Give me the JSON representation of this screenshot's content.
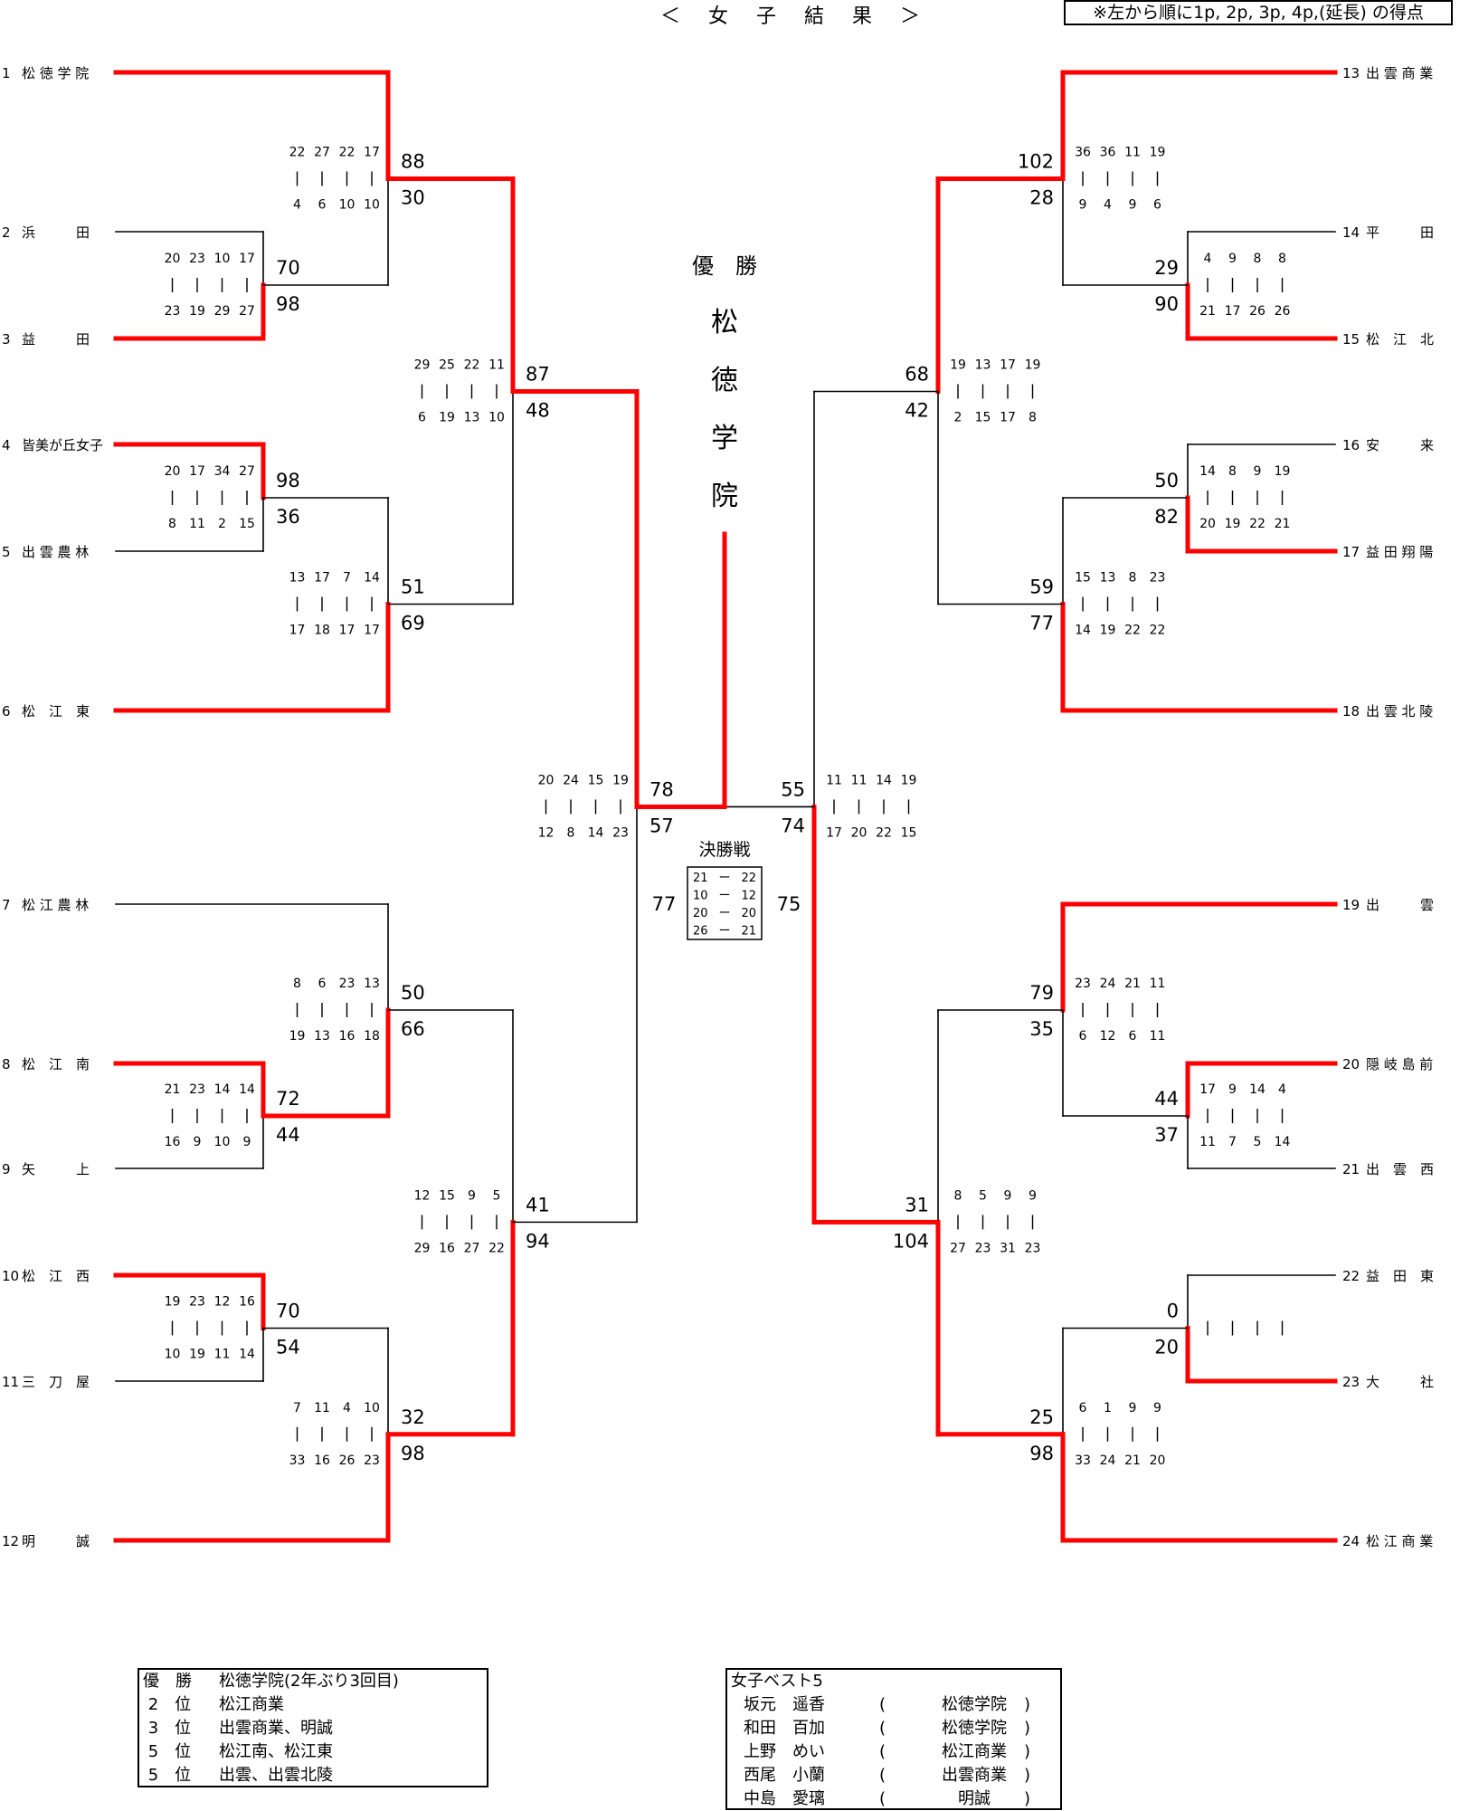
{
  "header": {
    "title": "＜ 女 子 結 果 ＞",
    "note": "※左から順に1p, 2p, 3p, 4p,(延長) の得点"
  },
  "colors": {
    "winner_line": "#ff0000",
    "loser_line": "#000000"
  },
  "teams": [
    {
      "seed": "1",
      "name": "松 徳 学 院"
    },
    {
      "seed": "2",
      "name": "浜　　　田"
    },
    {
      "seed": "3",
      "name": "益　　　田"
    },
    {
      "seed": "4",
      "name": "皆美が丘女子"
    },
    {
      "seed": "5",
      "name": "出 雲 農 林"
    },
    {
      "seed": "6",
      "name": "松　江　東"
    },
    {
      "seed": "7",
      "name": "松 江 農 林"
    },
    {
      "seed": "8",
      "name": "松　江　南"
    },
    {
      "seed": "9",
      "name": "矢　　　上"
    },
    {
      "seed": "10",
      "name": "松　江　西"
    },
    {
      "seed": "11",
      "name": "三　刀　屋"
    },
    {
      "seed": "12",
      "name": "明　　　誠"
    },
    {
      "seed": "13",
      "name": "出 雲 商 業"
    },
    {
      "seed": "14",
      "name": "平　　　田"
    },
    {
      "seed": "15",
      "name": "松　江　北"
    },
    {
      "seed": "16",
      "name": "安　　　来"
    },
    {
      "seed": "17",
      "name": "益 田 翔 陽"
    },
    {
      "seed": "18",
      "name": "出 雲 北 陵"
    },
    {
      "seed": "19",
      "name": "出　　　雲"
    },
    {
      "seed": "20",
      "name": "隠 岐 島 前"
    },
    {
      "seed": "21",
      "name": "出　雲　西"
    },
    {
      "seed": "22",
      "name": "益　田　東"
    },
    {
      "seed": "23",
      "name": "大　　　社"
    },
    {
      "seed": "24",
      "name": "松 江 商 業"
    }
  ],
  "matches": [
    {
      "id": "L1",
      "side": "left",
      "teams": [
        2,
        3
      ],
      "winner": 3,
      "score": [
        "70",
        "98"
      ],
      "quarters_top": [
        "20",
        "23",
        "10",
        "17"
      ],
      "quarters_bottom": [
        "23",
        "19",
        "29",
        "27"
      ]
    },
    {
      "id": "L2",
      "side": "left",
      "teams": [
        1,
        "L1"
      ],
      "winner": 1,
      "score": [
        "88",
        "30"
      ],
      "quarters_top": [
        "22",
        "27",
        "22",
        "17"
      ],
      "quarters_bottom": [
        "4",
        "6",
        "10",
        "10"
      ]
    },
    {
      "id": "L3",
      "side": "left",
      "teams": [
        4,
        5
      ],
      "winner": 4,
      "score": [
        "98",
        "36"
      ],
      "quarters_top": [
        "20",
        "17",
        "34",
        "27"
      ],
      "quarters_bottom": [
        "8",
        "11",
        "2",
        "15"
      ]
    },
    {
      "id": "L4",
      "side": "left",
      "teams": [
        "L3",
        6
      ],
      "winner": 6,
      "score": [
        "51",
        "69"
      ],
      "quarters_top": [
        "13",
        "17",
        "7",
        "14"
      ],
      "quarters_bottom": [
        "17",
        "18",
        "17",
        "17"
      ]
    },
    {
      "id": "L5",
      "side": "left",
      "teams": [
        "L2",
        "L4"
      ],
      "winner": "L2",
      "score": [
        "87",
        "48"
      ],
      "quarters_top": [
        "29",
        "25",
        "22",
        "11"
      ],
      "quarters_bottom": [
        "6",
        "19",
        "13",
        "10"
      ]
    },
    {
      "id": "L6",
      "side": "left",
      "teams": [
        8,
        9
      ],
      "winner": 8,
      "score": [
        "72",
        "44"
      ],
      "quarters_top": [
        "21",
        "23",
        "14",
        "14"
      ],
      "quarters_bottom": [
        "16",
        "9",
        "10",
        "9"
      ]
    },
    {
      "id": "L7",
      "side": "left",
      "teams": [
        7,
        "L6"
      ],
      "winner": "L6",
      "score": [
        "50",
        "66"
      ],
      "quarters_top": [
        "8",
        "6",
        "23",
        "13"
      ],
      "quarters_bottom": [
        "19",
        "13",
        "16",
        "18"
      ]
    },
    {
      "id": "L8",
      "side": "left",
      "teams": [
        10,
        11
      ],
      "winner": 10,
      "score": [
        "70",
        "54"
      ],
      "quarters_top": [
        "19",
        "23",
        "12",
        "16"
      ],
      "quarters_bottom": [
        "10",
        "19",
        "11",
        "14"
      ]
    },
    {
      "id": "L9",
      "side": "left",
      "teams": [
        "L8",
        12
      ],
      "winner": 12,
      "score": [
        "32",
        "98"
      ],
      "quarters_top": [
        "7",
        "11",
        "4",
        "10"
      ],
      "quarters_bottom": [
        "33",
        "16",
        "26",
        "23"
      ]
    },
    {
      "id": "L10",
      "side": "left",
      "teams": [
        "L7",
        "L9"
      ],
      "winner": "L9",
      "score": [
        "41",
        "94"
      ],
      "quarters_top": [
        "12",
        "15",
        "9",
        "5"
      ],
      "quarters_bottom": [
        "29",
        "16",
        "27",
        "22"
      ]
    },
    {
      "id": "LSF",
      "side": "left",
      "teams": [
        "L5",
        "L10"
      ],
      "winner": "L5",
      "score": [
        "78",
        "57"
      ],
      "quarters_top": [
        "20",
        "24",
        "15",
        "19"
      ],
      "quarters_bottom": [
        "12",
        "8",
        "14",
        "23"
      ]
    },
    {
      "id": "R1",
      "side": "right",
      "teams": [
        14,
        15
      ],
      "winner": 15,
      "score": [
        "29",
        "90"
      ],
      "quarters_top": [
        "4",
        "9",
        "8",
        "8"
      ],
      "quarters_bottom": [
        "21",
        "17",
        "26",
        "26"
      ]
    },
    {
      "id": "R2",
      "side": "right",
      "teams": [
        13,
        "R1"
      ],
      "winner": 13,
      "score": [
        "102",
        "28"
      ],
      "quarters_top": [
        "36",
        "36",
        "11",
        "19"
      ],
      "quarters_bottom": [
        "9",
        "4",
        "9",
        "6"
      ]
    },
    {
      "id": "R3",
      "side": "right",
      "teams": [
        16,
        17
      ],
      "winner": 17,
      "score": [
        "50",
        "82"
      ],
      "quarters_top": [
        "14",
        "8",
        "9",
        "19"
      ],
      "quarters_bottom": [
        "20",
        "19",
        "22",
        "21"
      ]
    },
    {
      "id": "R4",
      "side": "right",
      "teams": [
        "R3",
        18
      ],
      "winner": 18,
      "score": [
        "59",
        "77"
      ],
      "quarters_top": [
        "15",
        "13",
        "8",
        "23"
      ],
      "quarters_bottom": [
        "14",
        "19",
        "22",
        "22"
      ]
    },
    {
      "id": "R5",
      "side": "right",
      "teams": [
        "R2",
        "R4"
      ],
      "winner": "R2",
      "score": [
        "68",
        "42"
      ],
      "quarters_top": [
        "19",
        "13",
        "17",
        "19"
      ],
      "quarters_bottom": [
        "2",
        "15",
        "17",
        "8"
      ]
    },
    {
      "id": "R6",
      "side": "right",
      "teams": [
        20,
        21
      ],
      "winner": 20,
      "score": [
        "44",
        "37"
      ],
      "quarters_top": [
        "17",
        "9",
        "14",
        "4"
      ],
      "quarters_bottom": [
        "11",
        "7",
        "5",
        "14"
      ]
    },
    {
      "id": "R7",
      "side": "right",
      "teams": [
        19,
        "R6"
      ],
      "winner": 19,
      "score": [
        "79",
        "35"
      ],
      "quarters_top": [
        "23",
        "24",
        "21",
        "11"
      ],
      "quarters_bottom": [
        "6",
        "12",
        "6",
        "11"
      ]
    },
    {
      "id": "R8",
      "side": "right",
      "teams": [
        22,
        23
      ],
      "winner": 23,
      "score": [
        "0",
        "20"
      ],
      "quarters_top": [
        "",
        "",
        "",
        ""
      ],
      "quarters_bottom": [
        "",
        "",
        "",
        ""
      ]
    },
    {
      "id": "R9",
      "side": "right",
      "teams": [
        "R8",
        24
      ],
      "winner": 24,
      "score": [
        "25",
        "98"
      ],
      "quarters_top": [
        "6",
        "1",
        "9",
        "9"
      ],
      "quarters_bottom": [
        "33",
        "24",
        "21",
        "20"
      ]
    },
    {
      "id": "R10",
      "side": "right",
      "teams": [
        "R7",
        "R9"
      ],
      "winner": "R9",
      "score": [
        "31",
        "104"
      ],
      "quarters_top": [
        "8",
        "5",
        "9",
        "9"
      ],
      "quarters_bottom": [
        "27",
        "23",
        "31",
        "23"
      ]
    },
    {
      "id": "RSF",
      "side": "right",
      "teams": [
        "R5",
        "R10"
      ],
      "winner": "R10",
      "score": [
        "55",
        "74"
      ],
      "quarters_top": [
        "11",
        "11",
        "14",
        "19"
      ],
      "quarters_bottom": [
        "17",
        "20",
        "22",
        "15"
      ]
    }
  ],
  "final": {
    "label": "決勝戦",
    "left_score": "77",
    "right_score": "75",
    "quarters": [
      [
        "21",
        "22"
      ],
      [
        "10",
        "12"
      ],
      [
        "20",
        "20"
      ],
      [
        "26",
        "21"
      ]
    ],
    "dash": "ー",
    "winner": "left"
  },
  "champion": {
    "label": "優　勝",
    "name_chars": [
      "松",
      "徳",
      "学",
      "院"
    ]
  },
  "results_box": {
    "rows": [
      {
        "rank": "優　勝",
        "teams": "松徳学院(2年ぶり3回目)"
      },
      {
        "rank": " 2　位",
        "teams": "松江商業"
      },
      {
        "rank": " 3　位",
        "teams": "出雲商業、明誠"
      },
      {
        "rank": " 5　位",
        "teams": "松江南、松江東"
      },
      {
        "rank": " 5　位",
        "teams": "出雲、出雲北陵"
      }
    ]
  },
  "best5_box": {
    "title": "女子ベスト5",
    "open": "(",
    "close": ")",
    "players": [
      {
        "name": "坂元　遥香",
        "school": "松徳学院"
      },
      {
        "name": "和田　百加",
        "school": "松徳学院"
      },
      {
        "name": "上野　めい",
        "school": "松江商業"
      },
      {
        "name": "西尾　小蘭",
        "school": "出雲商業"
      },
      {
        "name": "中島　愛璃",
        "school": "明誠"
      }
    ]
  }
}
